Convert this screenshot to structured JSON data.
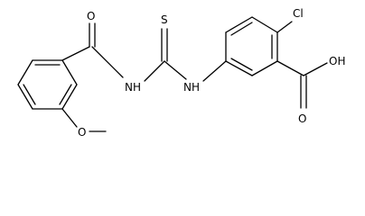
{
  "molecule": {
    "atom_labels": {
      "carbonyl_oxygen": "O",
      "amide_nitrogen": "NH",
      "thio_sulfur": "S",
      "thio_nitrogen": "NH",
      "chlorine": "Cl",
      "carboxyl_oh": "OH",
      "carboxyl_oxygen": "O",
      "methoxy_oxygen": "O"
    }
  }
}
